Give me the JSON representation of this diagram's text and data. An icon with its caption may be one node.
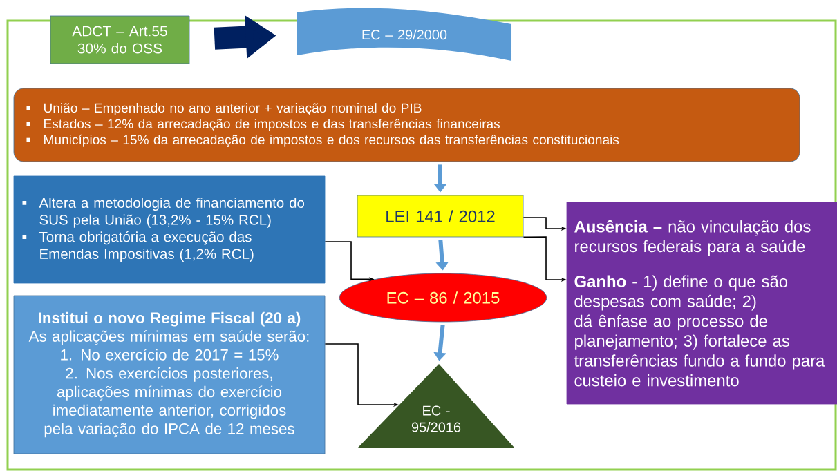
{
  "diagram": {
    "nodes": [
      {
        "text": [
          "ADCT – Art.55 30% do OSS"
        ]
      },
      {
        "text": [
          "EC – 29/2000"
        ]
      },
      {
        "text": [
          "União – Empenhado no ano anterior + variação nominal do PIB",
          "Estados – 12% da arrecadação de impostos e das transferências financeiras",
          "Municípios – 15% da arrecadação de impostos e dos recursos das transferências constitucionais"
        ]
      },
      {
        "text": [
          "LEI 141 / 2012"
        ]
      },
      {
        "text": [
          "Altera a metodologia de financiamento do SUS pela União  (13,2% - 15% RCL)",
          "Torna obrigatória a execução das Emendas Impositivas (1,2% RCL)"
        ]
      },
      {
        "text": [
          "EC – 86 / 2015"
        ]
      },
      {
        "text": [
          "Institui o novo Regime Fiscal (20 a)",
          "As aplicações mínimas em saúde serão:",
          "1. No exercício de 2017 = 15%",
          "2. Nos exercícios posteriores, aplicações mínimas do exercício imediatamente anterior, corrigidos pela variação do IPCA de 12 meses"
        ]
      },
      {
        "text": [
          "EC - 95/2016"
        ]
      },
      {
        "text": [
          "**Ausência –** não vinculação dos recursos federais para a saúde",
          "**Ganho**  - 1) define o que são despesas com saúde; 2) dá ênfase ao processo de planejamento; 3) fortalece as transferências fundo a fundo para custeio e investimento"
        ]
      }
    ],
    "edges": [
      {
        "from": 0,
        "to": 1,
        "arrow": "to",
        "style": "thick",
        "color": "#002060"
      },
      {
        "from": 2,
        "to": 3,
        "arrow": "to",
        "style": "thick",
        "color": "#5b9bd5"
      },
      {
        "from": 3,
        "to": 5,
        "arrow": "to",
        "style": "thick",
        "color": "#5b9bd5"
      },
      {
        "from": 4,
        "to": 5,
        "arrow": "to"
      },
      {
        "from": 5,
        "to": 7,
        "arrow": "to",
        "style": "thick",
        "color": "#5b9bd5"
      },
      {
        "from": 6,
        "to": 7,
        "arrow": "to"
      },
      {
        "from": 3,
        "to": 8,
        "arrow": "to"
      },
      {
        "from": 3,
        "to": 8,
        "arrow": "to"
      }
    ]
  }
}
